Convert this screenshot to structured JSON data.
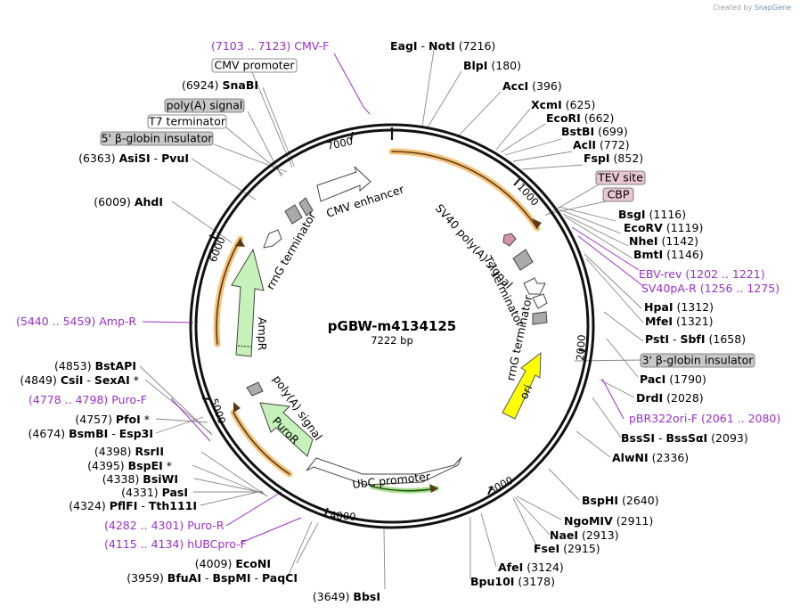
{
  "credit": {
    "prefix": "Created by",
    "brand": "SnapGene"
  },
  "plasmid": {
    "name": "pGBW-m4134125",
    "length_label": "7222 bp",
    "length": 7222
  },
  "ticks": [
    "1000",
    "2000",
    "3000",
    "4000",
    "5000",
    "6000",
    "7000"
  ],
  "features_inner": [
    {
      "label": "CMV enhancer"
    },
    {
      "label": "SV40 poly(A) signal"
    },
    {
      "label": "T7 terminator"
    },
    {
      "label": "rrnG terminator"
    },
    {
      "label": "ori"
    },
    {
      "label": "UbC promoter"
    },
    {
      "label": "PuroR"
    },
    {
      "label": "poly(A) signal"
    },
    {
      "label": "AmpR"
    },
    {
      "label": "rrnG terminator"
    }
  ],
  "labels": [
    {
      "parts": [
        {
          "t": "EagI",
          "b": true
        },
        {
          "t": "  -  "
        },
        {
          "t": "NotI",
          "b": true
        },
        {
          "t": "   (7216)"
        }
      ]
    },
    {
      "parts": [
        {
          "t": "BlpI",
          "b": true
        },
        {
          "t": "   (180)"
        }
      ]
    },
    {
      "parts": [
        {
          "t": "AccI",
          "b": true
        },
        {
          "t": "   (396)"
        }
      ]
    },
    {
      "parts": [
        {
          "t": "XcmI",
          "b": true
        },
        {
          "t": "   (625)"
        }
      ]
    },
    {
      "parts": [
        {
          "t": "EcoRI",
          "b": true
        },
        {
          "t": "   (662)"
        }
      ]
    },
    {
      "parts": [
        {
          "t": "BstBI",
          "b": true
        },
        {
          "t": "   (699)"
        }
      ]
    },
    {
      "parts": [
        {
          "t": "AclI",
          "b": true
        },
        {
          "t": "   (772)"
        }
      ]
    },
    {
      "parts": [
        {
          "t": "FspI",
          "b": true
        },
        {
          "t": "   (852)"
        }
      ]
    },
    {
      "parts": [
        {
          "t": "BsgI",
          "b": true
        },
        {
          "t": "   (1116)"
        }
      ]
    },
    {
      "parts": [
        {
          "t": "EcoRV",
          "b": true
        },
        {
          "t": "   (1119)"
        }
      ]
    },
    {
      "parts": [
        {
          "t": "NheI",
          "b": true
        },
        {
          "t": "   (1142)"
        }
      ]
    },
    {
      "parts": [
        {
          "t": "BmtI",
          "b": true
        },
        {
          "t": "   (1146)"
        }
      ]
    },
    {
      "parts": [
        {
          "t": "HpaI",
          "b": true
        },
        {
          "t": "   (1312)"
        }
      ]
    },
    {
      "parts": [
        {
          "t": "MfeI",
          "b": true
        },
        {
          "t": "   (1321)"
        }
      ]
    },
    {
      "parts": [
        {
          "t": "PstI",
          "b": true
        },
        {
          "t": "  -  "
        },
        {
          "t": "SbfI",
          "b": true
        },
        {
          "t": "   (1658)"
        }
      ]
    },
    {
      "parts": [
        {
          "t": "PacI",
          "b": true
        },
        {
          "t": "   (1790)"
        }
      ]
    },
    {
      "parts": [
        {
          "t": "DrdI",
          "b": true
        },
        {
          "t": "   (2028)"
        }
      ]
    },
    {
      "parts": [
        {
          "t": "BssSI",
          "b": true
        },
        {
          "t": "  -  "
        },
        {
          "t": "BssSαI",
          "b": true
        },
        {
          "t": "   (2093)"
        }
      ]
    },
    {
      "parts": [
        {
          "t": "AlwNI",
          "b": true
        },
        {
          "t": "   (2336)"
        }
      ]
    },
    {
      "parts": [
        {
          "t": "BspHI",
          "b": true
        },
        {
          "t": "   (2640)"
        }
      ]
    },
    {
      "parts": [
        {
          "t": "NgoMIV",
          "b": true
        },
        {
          "t": "   (2911)"
        }
      ]
    },
    {
      "parts": [
        {
          "t": "NaeI",
          "b": true
        },
        {
          "t": "   (2913)"
        }
      ]
    },
    {
      "parts": [
        {
          "t": "FseI",
          "b": true
        },
        {
          "t": "   (2915)"
        }
      ]
    },
    {
      "parts": [
        {
          "t": "AfeI",
          "b": true
        },
        {
          "t": "   (3124)"
        }
      ]
    },
    {
      "parts": [
        {
          "t": "Bpu10I",
          "b": true
        },
        {
          "t": "   (3178)"
        }
      ]
    },
    {
      "parts": [
        {
          "t": "(3649)   "
        },
        {
          "t": "BbsI",
          "b": true
        }
      ]
    },
    {
      "parts": [
        {
          "t": "(4009)   "
        },
        {
          "t": "EcoNI",
          "b": true
        }
      ]
    },
    {
      "parts": [
        {
          "t": "(3959)   "
        },
        {
          "t": "BfuAI",
          "b": true
        },
        {
          "t": "  -  "
        },
        {
          "t": "BspMI",
          "b": true
        },
        {
          "t": "  -  "
        },
        {
          "t": "PaqCI",
          "b": true
        }
      ]
    },
    {
      "parts": [
        {
          "t": "(4398)   "
        },
        {
          "t": "RsrII",
          "b": true
        }
      ]
    },
    {
      "parts": [
        {
          "t": "(4395)   "
        },
        {
          "t": "BspEI",
          "b": true
        },
        {
          "t": " *"
        }
      ]
    },
    {
      "parts": [
        {
          "t": "(4338)   "
        },
        {
          "t": "BsiWI",
          "b": true
        }
      ]
    },
    {
      "parts": [
        {
          "t": "(4331)   "
        },
        {
          "t": "PasI",
          "b": true
        }
      ]
    },
    {
      "parts": [
        {
          "t": "(4324)   "
        },
        {
          "t": "PflFI",
          "b": true
        },
        {
          "t": "  -  "
        },
        {
          "t": "Tth111I",
          "b": true
        }
      ]
    },
    {
      "parts": [
        {
          "t": "(4853)   "
        },
        {
          "t": "BstAPI",
          "b": true
        }
      ]
    },
    {
      "parts": [
        {
          "t": "(4849)   "
        },
        {
          "t": "CsiI",
          "b": true
        },
        {
          "t": "  -  "
        },
        {
          "t": "SexAI",
          "b": true
        },
        {
          "t": " *"
        }
      ]
    },
    {
      "parts": [
        {
          "t": "(4757)   "
        },
        {
          "t": "PfoI",
          "b": true
        },
        {
          "t": " *"
        }
      ]
    },
    {
      "parts": [
        {
          "t": "(4674)   "
        },
        {
          "t": "BsmBI",
          "b": true
        },
        {
          "t": "  -  "
        },
        {
          "t": "Esp3I",
          "b": true
        }
      ]
    },
    {
      "parts": [
        {
          "t": "(6009)   "
        },
        {
          "t": "AhdI",
          "b": true
        }
      ]
    },
    {
      "parts": [
        {
          "t": "(6363)   "
        },
        {
          "t": "AsiSI",
          "b": true
        },
        {
          "t": "  -  "
        },
        {
          "t": "PvuI",
          "b": true
        }
      ]
    },
    {
      "parts": [
        {
          "t": "(6924)   "
        },
        {
          "t": "SnaBI",
          "b": true
        }
      ]
    }
  ],
  "primers": [
    "(7103 .. 7123)   CMV-F",
    "EBV-rev    (1202 .. 1221)",
    "SV40pA-R    (1256 .. 1275)",
    "pBR322ori-F    (2061 .. 2080)",
    "(4282 .. 4301)   Puro-R",
    "(4115 .. 4134)   hUBCpro-F",
    "(4778 .. 4798)   Puro-F",
    "(5440 .. 5459)   Amp-R"
  ],
  "boxes": [
    {
      "label": "CMV promoter",
      "fill": "#ffffff"
    },
    {
      "label": "poly(A) signal",
      "fill": "#c8c8c8"
    },
    {
      "label": "T7 terminator",
      "fill": "#ffffff"
    },
    {
      "label": "5' β-globin insulator",
      "fill": "#c8c8c8"
    },
    {
      "label": "TEV site",
      "fill": "#e8c7d3"
    },
    {
      "label": "CBP",
      "fill": "#e8c7d3"
    },
    {
      "label": "3' β-globin insulator",
      "fill": "#c8c8c8"
    }
  ]
}
